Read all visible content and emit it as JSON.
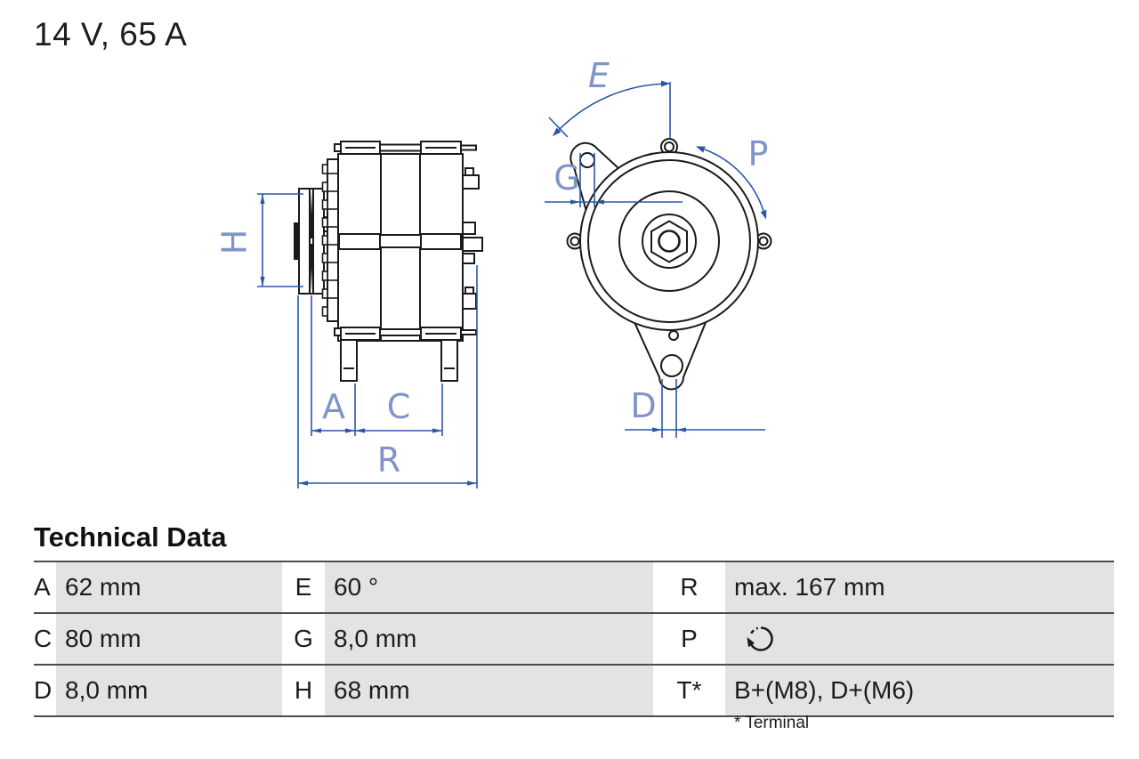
{
  "title": "14 V, 65 A",
  "colors": {
    "dimension_blue": "#2b57a8",
    "label_blue": "#8094c9",
    "line_black": "#1a1a1a",
    "table_cell_gray": "#e3e3e3"
  },
  "diagram": {
    "side_view_labels": {
      "h": "H",
      "a": "A",
      "c": "C",
      "r": "R"
    },
    "front_view_labels": {
      "e": "E",
      "g": "G",
      "p": "P",
      "d": "D"
    }
  },
  "technical_data": {
    "heading": "Technical Data",
    "rows": [
      {
        "cells": [
          {
            "letter": "A",
            "value": "62 mm"
          },
          {
            "letter": "E",
            "value": "60 °"
          },
          {
            "letter": "R",
            "value": "max. 167 mm"
          }
        ]
      },
      {
        "cells": [
          {
            "letter": "C",
            "value": "80 mm"
          },
          {
            "letter": "G",
            "value": "8,0 mm"
          },
          {
            "letter": "P",
            "value": "",
            "icon": "rotation-clockwise-arrow"
          }
        ]
      },
      {
        "cells": [
          {
            "letter": "D",
            "value": "8,0 mm"
          },
          {
            "letter": "H",
            "value": "68 mm"
          },
          {
            "letter": "T*",
            "value": "B+(M8), D+(M6)"
          }
        ]
      }
    ],
    "footnote": "* Terminal"
  }
}
